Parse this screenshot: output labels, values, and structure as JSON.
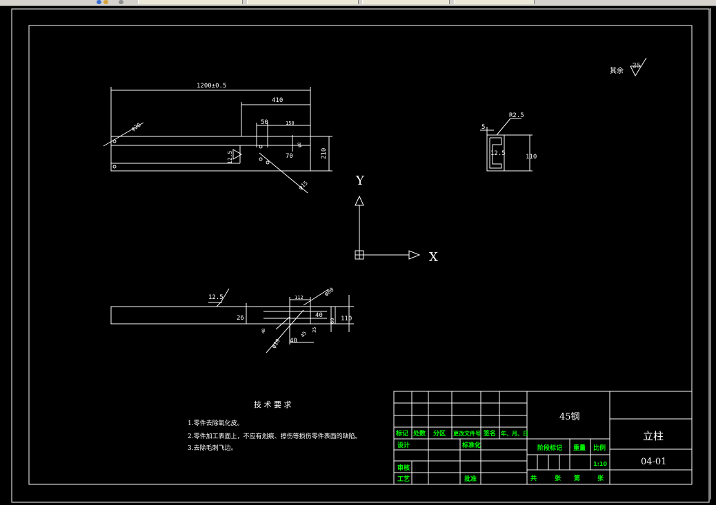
{
  "roughness_top": {
    "label": "其余",
    "value": "25"
  },
  "front_view": {
    "dim_length": "1200±0.5",
    "dim_410": "410",
    "dim_50": "50",
    "dim_150": "150",
    "dim_hole_dia": "φ20",
    "dim_12_5": "12.5",
    "dim_70": "70",
    "dim_210": "210",
    "dim_15": "φ15",
    "dim_small": "φ8"
  },
  "side_view": {
    "dim_r": "R2.5",
    "dim_5": "5",
    "dim_12_5": "12.5",
    "dim_110": "110"
  },
  "ucs": {
    "y": "Y",
    "x": "X"
  },
  "bottom_view": {
    "roughness": "12.5",
    "dim_26": "26",
    "dim_112": "112",
    "dim_40a": "40",
    "dim_80": "φ80",
    "dim_110": "110",
    "dim_60": "60",
    "dim_35": "35",
    "dim_40b": "40",
    "dim_48": "48",
    "dim_10": "φ10",
    "dim_45": "45"
  },
  "tech_req": {
    "title": "技 术 要 求",
    "items": [
      "1.零件去除氧化皮。",
      "2.零件加工表面上，不应有划痕、擦伤等损伤零件表面的缺陷。",
      "3.去除毛刺飞边。"
    ]
  },
  "title_block": {
    "h_mark": "标记",
    "h_count": "处数",
    "h_zone": "分区",
    "h_doc": "更改文件号",
    "h_sign": "签名",
    "h_date": "年、月、日",
    "design": "设计",
    "standard": "标准化",
    "review": "审核",
    "process": "工艺",
    "approve": "批准",
    "stage": "阶段标记",
    "weight": "重量",
    "scale_label": "比例",
    "scale": "1:10",
    "sheets_total": "共",
    "sheets_unit": "张",
    "sheet_no": "第",
    "sheet_unit": "张",
    "material": "45钢",
    "part_name": "立柱",
    "drawing_no": "04-01"
  }
}
